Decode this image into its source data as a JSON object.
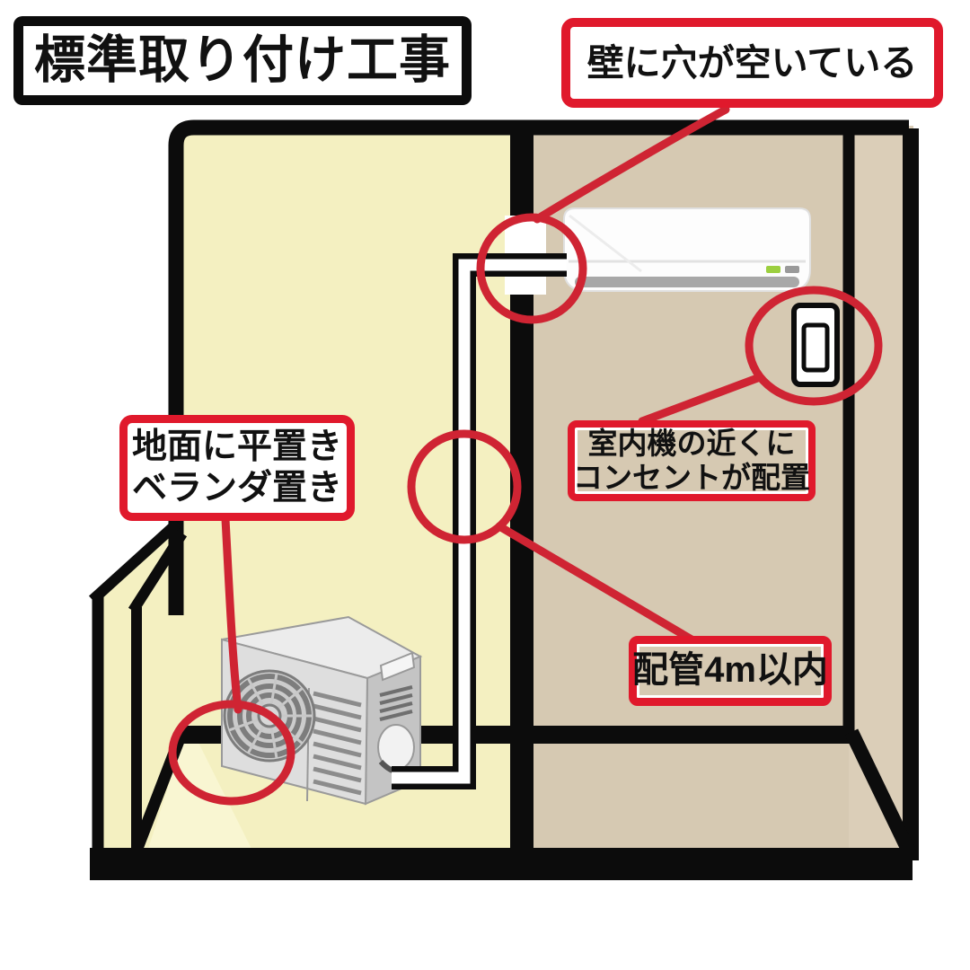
{
  "colors": {
    "red_annotation": "#e0192c",
    "red_circles": "#cf2433",
    "outline_black": "#0c0c0c",
    "left_wall_yellow": "#f4f0c1",
    "right_wall_tan": "#d6c9b2",
    "side_wall_tan": "#dbceb8",
    "led_green": "#9ccf3f"
  },
  "labels": {
    "title": {
      "text": "標準取り付け工事"
    },
    "wall_hole": {
      "text": "壁に穴が空いている"
    },
    "ground_placement": {
      "line1": "地面に平置き",
      "line2": "ベランダ置き"
    },
    "outlet_near_unit": {
      "line1": "室内機の近くに",
      "line2": "コンセントが配置"
    },
    "piping_limit": {
      "text": "配管4m以内"
    }
  },
  "scene_objects": {
    "indoor_unit": "室内機 (indoor air-conditioner unit)",
    "outdoor_unit": "室外機 (outdoor unit on balcony floor)",
    "outlet": "コンセント (electrical outlet)",
    "wall_hole": "壁の穴 (hole in wall with piping)",
    "piping": "配管 (refrigerant pipe run)"
  }
}
